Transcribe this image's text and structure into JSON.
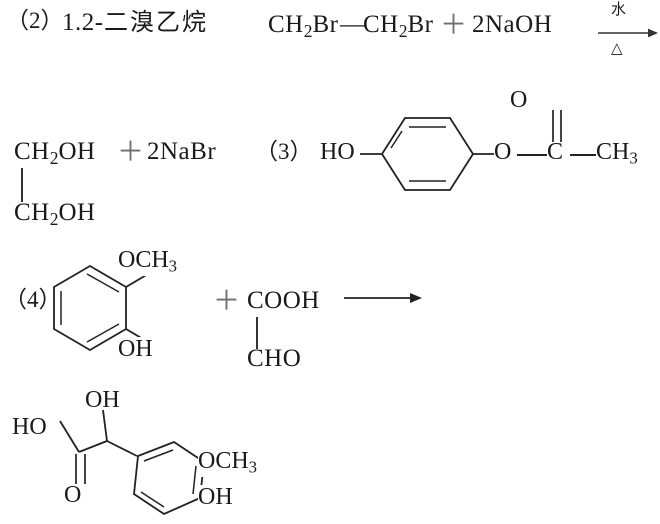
{
  "document": {
    "kind": "chemistry-equations-worksheet",
    "background_color": "#ffffff",
    "ink_color": "#1a1a1a"
  },
  "items": {
    "item2": {
      "number": "（2）",
      "name_prefix": "1.2-",
      "name_cjk": "二溴乙烷",
      "reactant": "CH",
      "reactant_sub1": "2",
      "reactant_tail1": "Br",
      "reactant_dash": "—",
      "reactant2": "CH",
      "reactant_sub2": "2",
      "reactant_tail2": "Br",
      "plus": "＋",
      "base": "2NaOH",
      "arrow_above": "水",
      "arrow_below": "△",
      "product_top": "CH",
      "product_top_sub": "2",
      "product_top_tail": "OH",
      "product_bottom": "CH",
      "product_bottom_sub": "2",
      "product_bottom_tail": "OH",
      "plus2": "＋",
      "salt": "2NaBr"
    },
    "item3": {
      "number": "（3）",
      "left_group": "HO",
      "ester_oxygen": "O",
      "carbonyl_carbon": "C",
      "carbonyl_oxygen": "O",
      "methyl": "CH",
      "methyl_sub": "3",
      "ring": "para-disubstituted-benzene"
    },
    "item4": {
      "number": "（4）",
      "reactant1_methoxy": "OCH",
      "reactant1_methoxy_sub": "3",
      "reactant1_hydroxy": "OH",
      "plus": "＋",
      "reactant2_top": "COOH",
      "reactant2_bottom": "CHO",
      "arrow": "⟶",
      "product_acid": "HO",
      "product_hydroxy": "OH",
      "product_carbonyl": "O",
      "product_methoxy": "OCH",
      "product_methoxy_sub": "3",
      "product_ring_hydroxy": "OH",
      "ring1": "ortho-disubstituted-benzene",
      "ring2": "trisubstituted-benzene"
    }
  }
}
